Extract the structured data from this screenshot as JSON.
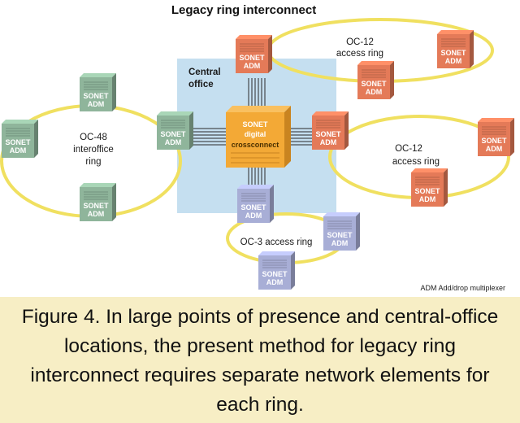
{
  "title": "Legacy ring interconnect",
  "central_office_label": [
    "Central",
    "office"
  ],
  "rings": {
    "oc48": [
      "OC-48",
      "interoffice",
      "ring"
    ],
    "oc12_top": [
      "OC-12",
      "access ring"
    ],
    "oc12_right": [
      "OC-12",
      "access ring"
    ],
    "oc3": "OC-3 access ring"
  },
  "node_label": [
    "SONET",
    "ADM"
  ],
  "digital_crossconnect": [
    "SONET",
    "digital",
    "crossconnect"
  ],
  "legend": "ADM Add/drop multiplexer",
  "caption": "Figure 4. In large points of presence and central-office locations, the present method for legacy ring interconnect requires separate network elements for each ring.",
  "colors": {
    "ring": "#f0e060",
    "central_office": "#c5dff0",
    "green_adm": "#8fb59b",
    "orange_adm": "#e47a58",
    "lavender_adm": "#a8aed6",
    "crossconnect": "#f3a936",
    "caption_band": "#f7eec5"
  }
}
